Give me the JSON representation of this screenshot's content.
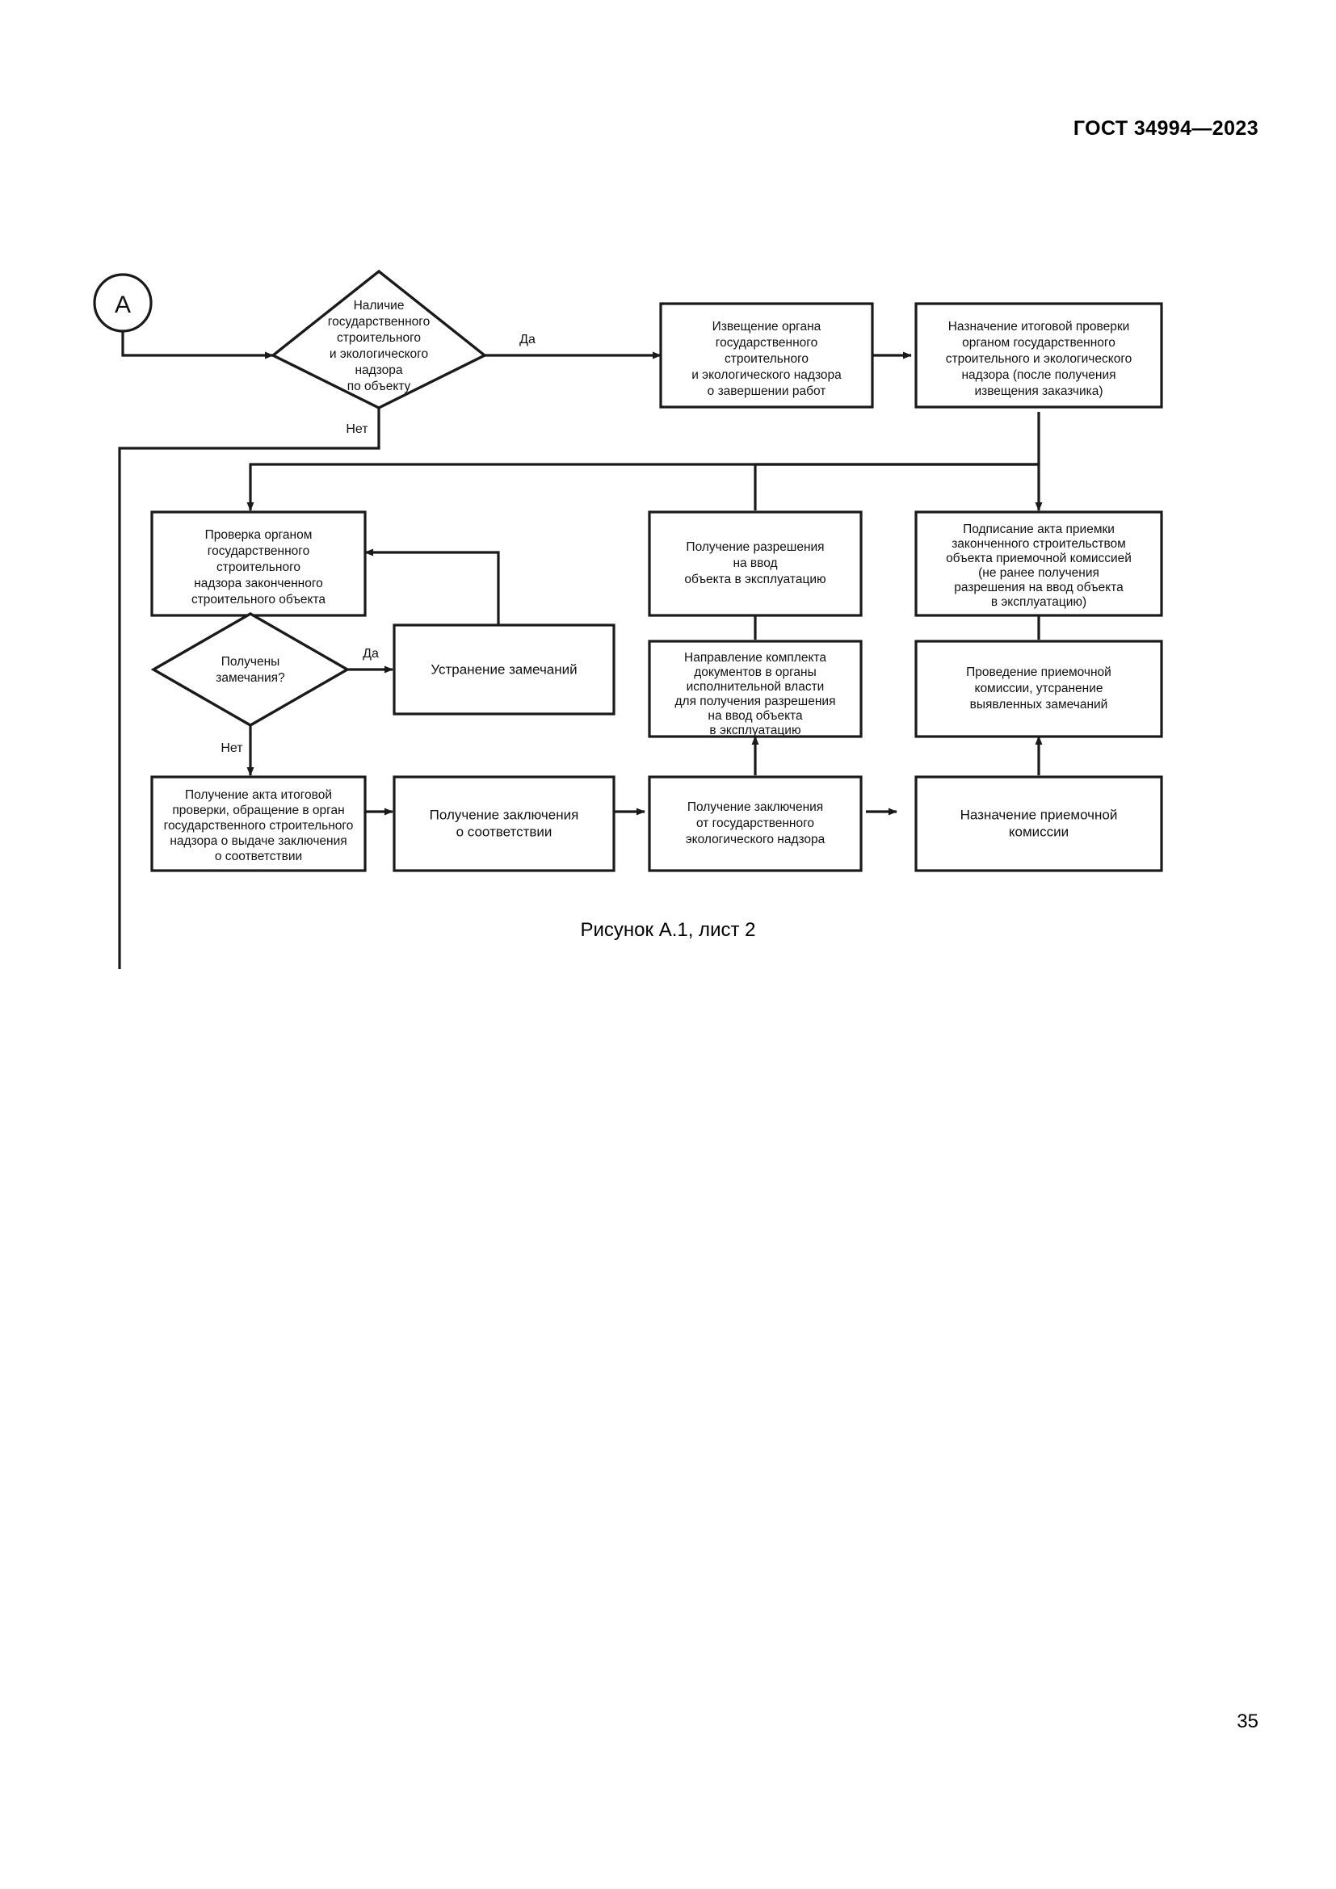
{
  "document": {
    "standard_header": "ГОСТ 34994—2023",
    "figure_caption": "Рисунок А.1, лист 2",
    "page_number": "35"
  },
  "flowchart": {
    "connector_a": {
      "label": "А"
    },
    "nodes": {
      "decision_supervision": {
        "type": "diamond",
        "lines": [
          "Наличие",
          "государственного",
          "строительного",
          "и экологического",
          "надзора",
          "по объекту"
        ]
      },
      "notice_completion": {
        "type": "box",
        "lines": [
          "Извещение органа",
          "государственного",
          "строительного",
          "и экологического надзора",
          "о завершении работ"
        ]
      },
      "assign_final_check": {
        "type": "box",
        "lines": [
          "Назначение итоговой проверки",
          "органом государственного",
          "строительного и экологического",
          "надзора (после получения",
          "извещения заказчика)"
        ]
      },
      "inspection_by_body": {
        "type": "box",
        "lines": [
          "Проверка органом",
          "государственного",
          "строительного",
          "надзора законченного",
          "строительного объекта"
        ]
      },
      "permit_commissioning": {
        "type": "box",
        "lines": [
          "Получение разрешения",
          "на ввод",
          "объекта в эксплуатацию"
        ]
      },
      "sign_acceptance_act": {
        "type": "box",
        "lines": [
          "Подписание акта приемки",
          "законченного строительством",
          "объекта приемочной комиссией",
          "(не ранее получения",
          "разрешения на ввод объекта",
          "в эксплуатацию)"
        ]
      },
      "decision_remarks": {
        "type": "diamond",
        "lines": [
          "Получены",
          "замечания?"
        ]
      },
      "fix_remarks": {
        "type": "box",
        "lines": [
          "Устранение замечаний"
        ]
      },
      "send_documents": {
        "type": "box",
        "lines": [
          "Направление комплекта",
          "документов в органы",
          "исполнительной власти",
          "для получения разрешения",
          "на ввод объекта",
          "в эксплуатацию"
        ]
      },
      "conduct_commission": {
        "type": "box",
        "lines": [
          "Проведение приемочной",
          "комиссии, утсранение",
          "выявленных замечаний"
        ]
      },
      "get_final_act": {
        "type": "box",
        "lines": [
          "Получение акта итоговой",
          "проверки, обращение в орган",
          "государственного строительного",
          "надзора о выдаче заключения",
          "о соответствии"
        ]
      },
      "get_conformity_conclusion": {
        "type": "box",
        "lines": [
          "Получение заключения",
          "о соответствии"
        ]
      },
      "get_eco_conclusion": {
        "type": "box",
        "lines": [
          "Получение заключения",
          "от государственного",
          "экологического надзора"
        ]
      },
      "assign_commission": {
        "type": "box",
        "lines": [
          "Назначение приемочной",
          "комиссии"
        ]
      }
    },
    "edge_labels": {
      "supervision_yes": "Да",
      "supervision_no": "Нет",
      "remarks_yes": "Да",
      "remarks_no": "Нет"
    },
    "colors": {
      "stroke": "#1a1a1a",
      "fill": "#ffffff",
      "text": "#111111"
    }
  }
}
